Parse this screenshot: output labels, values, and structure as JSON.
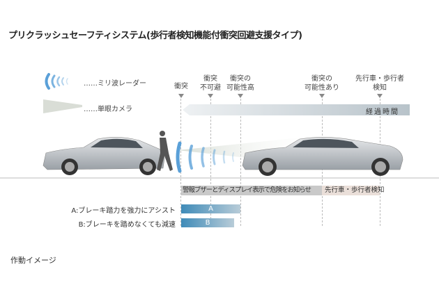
{
  "title": "プリクラッシュセーフティシステム(歩行者検知機能付衝突回避支援タイプ)",
  "legend": {
    "radar": "……ミリ波レーダー",
    "camera": "……単眼カメラ"
  },
  "events": [
    "衝突",
    "衝突\n不可避",
    "衝突の\n可能性高",
    "衝突の\n可能性あり",
    "先行車・歩行者\n検知"
  ],
  "time_arrow": "経過時間",
  "bars": {
    "warning": "警報ブザーとディスプレイ表示で危険をお知らせ",
    "detect": "先行車・歩行者検知"
  },
  "assist": [
    {
      "label": "A:ブレーキ踏力を強力にアシスト",
      "tag": "A"
    },
    {
      "label": "B:ブレーキを踏めなくても減速",
      "tag": "B"
    }
  ],
  "caption": "作動イメージ"
}
